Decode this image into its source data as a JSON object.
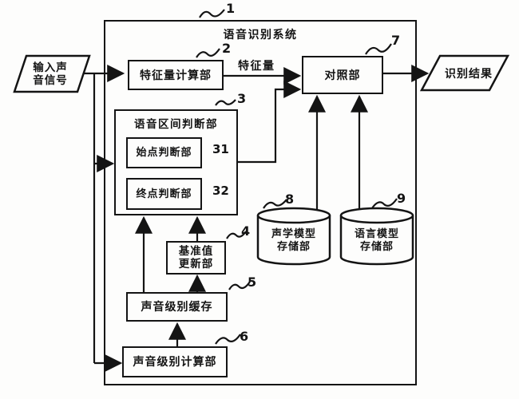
{
  "colors": {
    "ink": "#141414",
    "background": "#fdfdfc"
  },
  "diagram": {
    "title": "语音识别系统",
    "system_ref": "1",
    "nodes": {
      "input_signal": {
        "label_line1": "输入声",
        "label_line2": "音信号"
      },
      "feature_calc": {
        "label": "特征量计算部",
        "ref": "2"
      },
      "matching": {
        "label": "对照部",
        "ref": "7"
      },
      "output_result": {
        "label": "识别结果"
      },
      "interval_judge": {
        "label": "语音区间判断部",
        "ref": "3"
      },
      "start_judge": {
        "label": "始点判断部",
        "ref": "31"
      },
      "end_judge": {
        "label": "终点判断部",
        "ref": "32"
      },
      "ref_update": {
        "label_line1": "基准值",
        "label_line2": "更新部",
        "ref": "4"
      },
      "level_buffer": {
        "label": "声音级别缓存",
        "ref": "5"
      },
      "level_calc": {
        "label": "声音级别计算部",
        "ref": "6"
      },
      "acoustic_model": {
        "label_line1": "声学模型",
        "label_line2": "存储部",
        "ref": "8"
      },
      "language_model": {
        "label_line1": "语言模型",
        "label_line2": "存储部",
        "ref": "9"
      }
    },
    "wire_labels": {
      "feature_signal": "特征量"
    },
    "edges": [
      {
        "from": "input_signal",
        "to": "feature_calc"
      },
      {
        "from": "input_signal",
        "to": "interval_judge"
      },
      {
        "from": "input_signal",
        "to": "level_calc"
      },
      {
        "from": "feature_calc",
        "to": "matching",
        "label": "特征量"
      },
      {
        "from": "interval_judge",
        "to": "matching"
      },
      {
        "from": "matching",
        "to": "output_result"
      },
      {
        "from": "acoustic_model",
        "to": "matching"
      },
      {
        "from": "language_model",
        "to": "matching"
      },
      {
        "from": "level_buffer",
        "to": "interval_judge"
      },
      {
        "from": "ref_update",
        "to": "interval_judge"
      },
      {
        "from": "level_buffer",
        "to": "ref_update"
      },
      {
        "from": "level_calc",
        "to": "level_buffer"
      }
    ]
  }
}
